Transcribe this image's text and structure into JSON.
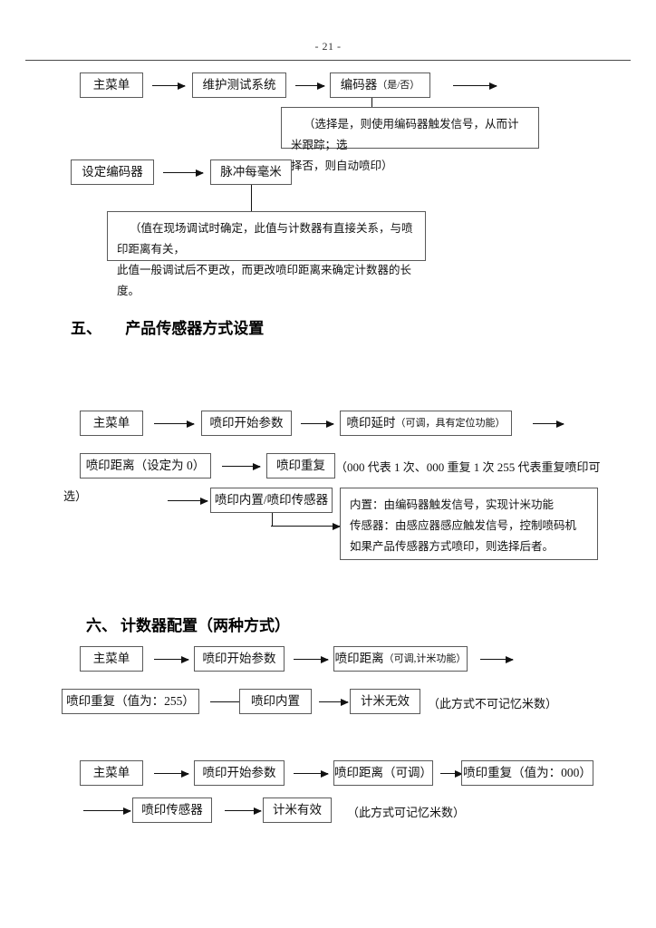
{
  "page": {
    "number_label": "- 21 -"
  },
  "section_encoder": {
    "flow1": {
      "node_main_menu": "主菜单",
      "node_maintenance": "维护测试系统",
      "node_encoder_main": "编码器",
      "node_encoder_suffix": "（是/否）",
      "note_line1": "（选择是，则使用编码器触发信号，从而计米跟踪；选",
      "note_line2": "择否，则自动喷印）"
    },
    "flow2": {
      "node_set_encoder": "设定编码器",
      "node_pulse_per_mm": "脉冲每毫米",
      "note_line1": "（值在现场调试时确定，此值与计数器有直接关系，与喷印距离有关，",
      "note_line2": "此值一般调试后不更改，而更改喷印距离来确定计数器的长度。"
    }
  },
  "section_five": {
    "heading_num": "五、",
    "heading_text": "产品传感器方式设置",
    "node_main_menu": "主菜单",
    "node_print_start_params": "喷印开始参数",
    "node_print_delay_main": "喷印延时",
    "node_print_delay_suffix": "（可调，具有定位功能）",
    "node_print_distance": "喷印距离（设定为 0）",
    "node_print_repeat": "喷印重复",
    "inline_note_line1": "（000 代表 1 次、000 重复 1 次 255 代表重复喷印可",
    "inline_note_line2": "选）",
    "node_internal_or_sensor": "喷印内置/喷印传感器",
    "note_line1": "内置：由编码器触发信号，实现计米功能",
    "note_line2": "传感器：由感应器感应触发信号，控制喷码机",
    "note_line3": "如果产品传感器方式喷印，则选择后者。"
  },
  "section_six": {
    "heading_num": "六、",
    "heading_text": "计数器配置（两种方式）",
    "method1": {
      "node_main_menu": "主菜单",
      "node_print_start_params": "喷印开始参数",
      "node_print_distance_main": "喷印距离",
      "node_print_distance_suffix": "（可调,计米功能）",
      "node_print_repeat": "喷印重复（值为：255）",
      "node_print_internal": "喷印内置",
      "node_meter_invalid": "计米无效",
      "inline_note": "（此方式不可记忆米数）"
    },
    "method2": {
      "node_main_menu": "主菜单",
      "node_print_start_params": "喷印开始参数",
      "node_print_distance": "喷印距离（可调）",
      "node_print_repeat": "喷印重复（值为：000）",
      "node_print_sensor": "喷印传感器",
      "node_meter_valid": "计米有效",
      "inline_note": "（此方式可记忆米数）"
    }
  }
}
